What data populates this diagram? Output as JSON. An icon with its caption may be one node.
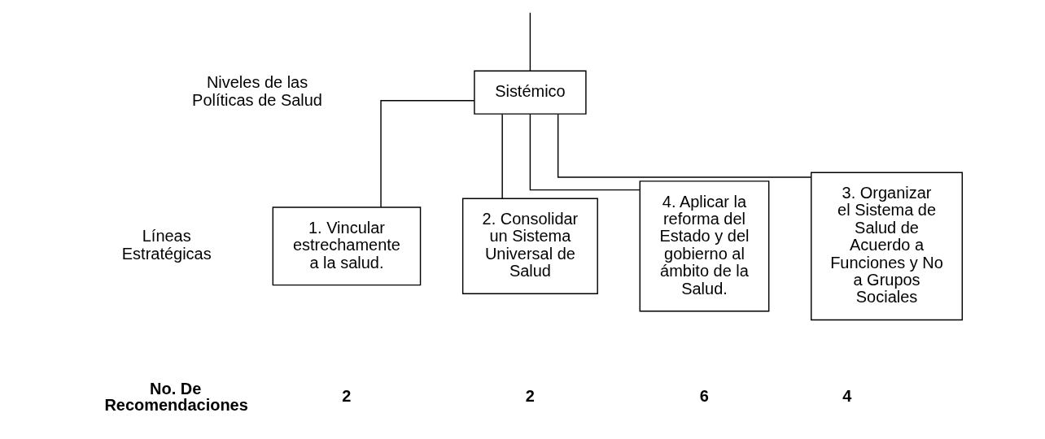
{
  "diagram": {
    "nodes": [
      {
        "text": [
          "Sistémico"
        ]
      },
      {
        "text": [
          "1. Vincular estrechamente a la salud."
        ]
      },
      {
        "text": [
          "2. Consolidar un Sistema Universal de Salud"
        ]
      },
      {
        "text": [
          "4. Aplicar la reforma del Estado y del gobierno al ámbito de la Salud."
        ]
      },
      {
        "text": [
          "3. Organizar el Sistema de Salud de Acuerdo a Funciones y No a Grupos Sociales"
        ]
      }
    ],
    "edges": [
      {
        "from": null,
        "to": 0,
        "arrow": "none"
      },
      {
        "from": 0,
        "to": 1,
        "arrow": "none"
      },
      {
        "from": 0,
        "to": 2,
        "arrow": "none"
      },
      {
        "from": 0,
        "to": 3,
        "arrow": "none"
      },
      {
        "from": 0,
        "to": 4,
        "arrow": "none"
      }
    ],
    "labels": [
      "Niveles de las Políticas de Salud",
      "Líneas Estratégicas",
      "No. De Recomendaciones",
      "2",
      "2",
      "6",
      "4"
    ]
  }
}
